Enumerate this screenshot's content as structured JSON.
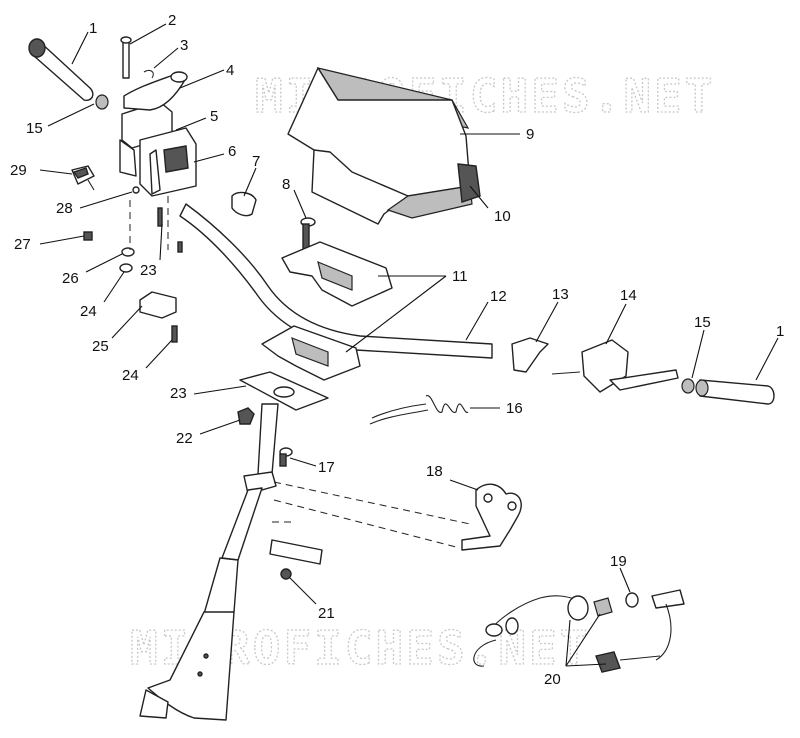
{
  "diagram": {
    "watermark_top": "MICROFICHES.NET",
    "watermark_bottom": "MICROFICHES.NET",
    "callouts": [
      {
        "id": "c1a",
        "text": "1"
      },
      {
        "id": "c2",
        "text": "2"
      },
      {
        "id": "c3",
        "text": "3"
      },
      {
        "id": "c4",
        "text": "4"
      },
      {
        "id": "c15a",
        "text": "15"
      },
      {
        "id": "c5",
        "text": "5"
      },
      {
        "id": "c6",
        "text": "6"
      },
      {
        "id": "c29",
        "text": "29"
      },
      {
        "id": "c28",
        "text": "28"
      },
      {
        "id": "c7",
        "text": "7"
      },
      {
        "id": "c8",
        "text": "8"
      },
      {
        "id": "c9",
        "text": "9"
      },
      {
        "id": "c10",
        "text": "10"
      },
      {
        "id": "c27",
        "text": "27"
      },
      {
        "id": "c26",
        "text": "26"
      },
      {
        "id": "c23a",
        "text": "23"
      },
      {
        "id": "c24a",
        "text": "24"
      },
      {
        "id": "c25",
        "text": "25"
      },
      {
        "id": "c24b",
        "text": "24"
      },
      {
        "id": "c11",
        "text": "11"
      },
      {
        "id": "c12",
        "text": "12"
      },
      {
        "id": "c13",
        "text": "13"
      },
      {
        "id": "c14",
        "text": "14"
      },
      {
        "id": "c15b",
        "text": "15"
      },
      {
        "id": "c1b",
        "text": "1"
      },
      {
        "id": "c23b",
        "text": "23"
      },
      {
        "id": "c16",
        "text": "16"
      },
      {
        "id": "c22",
        "text": "22"
      },
      {
        "id": "c17",
        "text": "17"
      },
      {
        "id": "c18",
        "text": "18"
      },
      {
        "id": "c21",
        "text": "21"
      },
      {
        "id": "c19",
        "text": "19"
      },
      {
        "id": "c20",
        "text": "20"
      }
    ]
  }
}
